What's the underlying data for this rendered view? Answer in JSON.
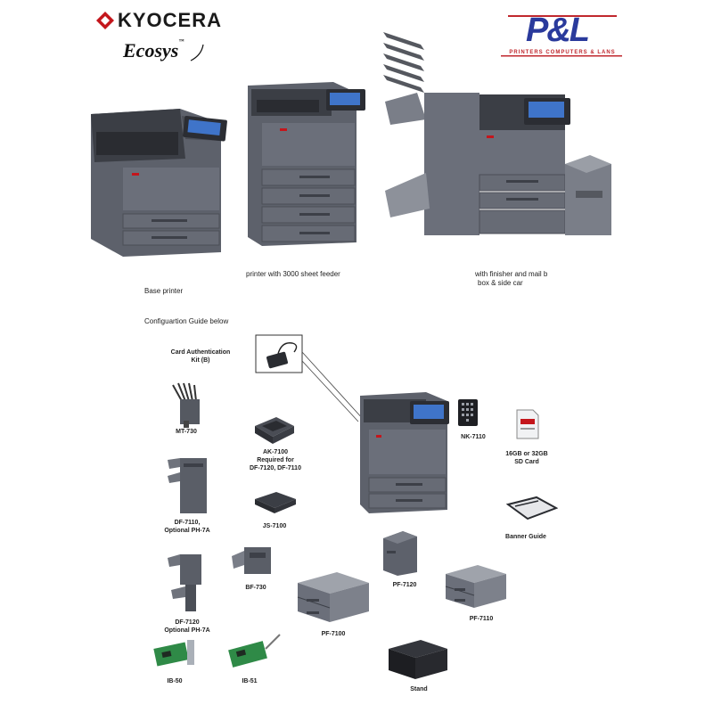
{
  "header": {
    "brand_kyocera": "KYOCERA",
    "brand_ecosys": "Ecosys",
    "brand_pl": "P&L",
    "brand_pl_tagline": "PRINTERS COMPUTERS & LANS"
  },
  "hero": {
    "caption_feeder": "printer with 3000 sheet feeder",
    "caption_finisher_line1": "with finisher and mail b",
    "caption_finisher_line2": "box & side car",
    "caption_base": "Base printer",
    "caption_guide": "Configuartion Guide below"
  },
  "options": {
    "card_auth_line1": "Card Authentication",
    "card_auth_line2": "Kit (B)",
    "mt730": "MT-730",
    "ak7100_line1": "AK-7100",
    "ak7100_line2": "Required for",
    "ak7100_line3": "DF-7120, DF-7110",
    "nk7110": "NK-7110",
    "sd_line1": "16GB or 32GB",
    "sd_line2": "SD Card",
    "df7110_line1": "DF-7110,",
    "df7110_line2": "Optional PH-7A",
    "js7100": "JS-7100",
    "banner_guide": "Banner Guide",
    "bf730": "BF-730",
    "pf7120": "PF-7120",
    "pf7110": "PF-7110",
    "df7120_line1": "DF-7120",
    "df7120_line2": "Optional PH-7A",
    "pf7100": "PF-7100",
    "ib50": "IB-50",
    "ib51": "IB-51",
    "stand": "Stand"
  },
  "colors": {
    "printer_body": "#6b6f7a",
    "printer_dark": "#3d4048",
    "screen": "#3f74c9",
    "kyocera_red": "#c4161c",
    "pl_blue": "#2a3a9c",
    "pl_red": "#c0282e"
  }
}
